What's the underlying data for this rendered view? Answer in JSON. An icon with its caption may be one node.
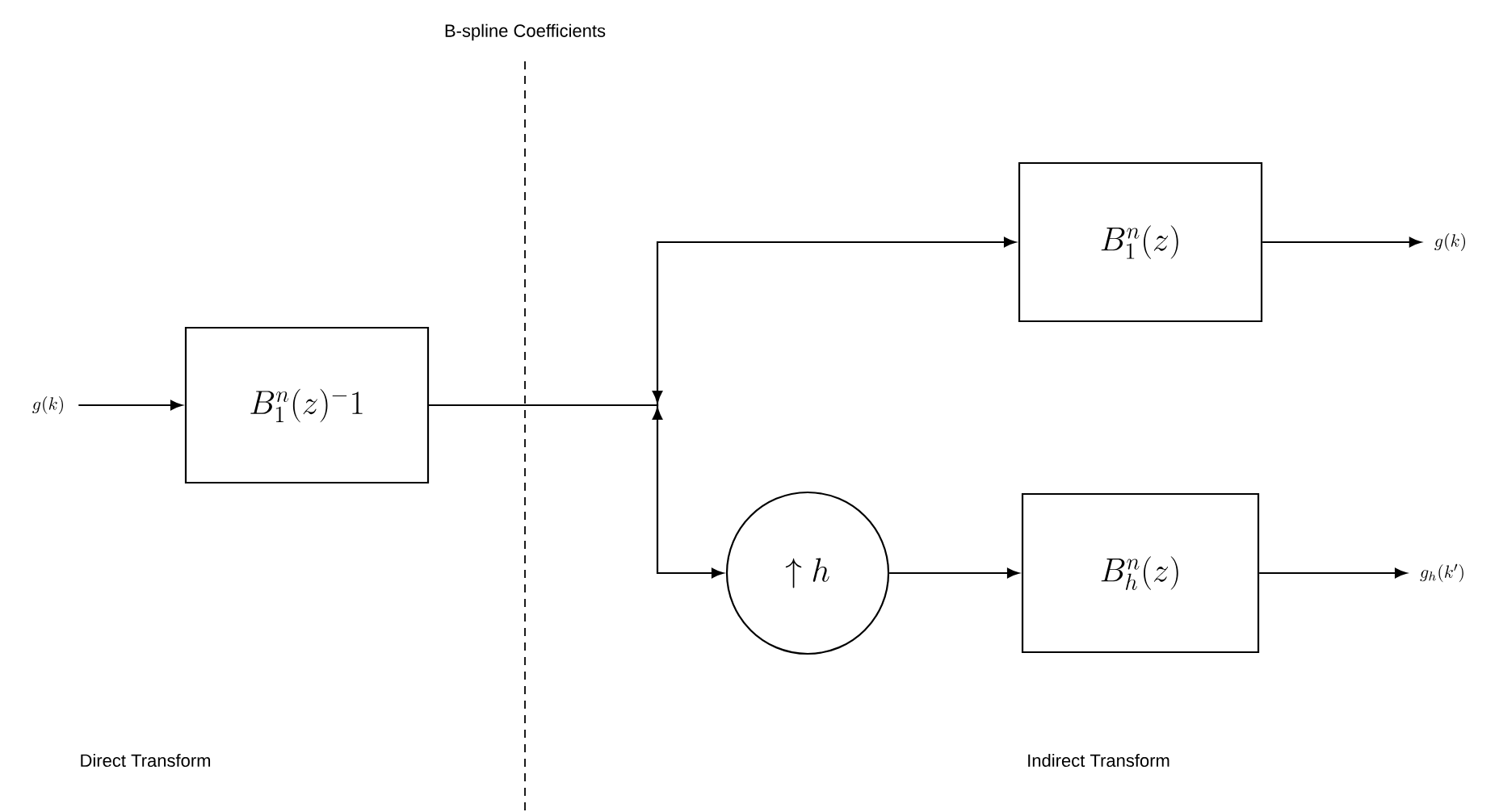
{
  "diagram": {
    "nodes": [
      {
        "text": [
          "g(k)"
        ]
      },
      {
        "text": [
          "B_1^n(z)^-1"
        ]
      },
      {
        "text": [
          "B_1^n(z)"
        ]
      },
      {
        "text": [
          "\\uparrow h"
        ]
      },
      {
        "text": [
          "B_h^n(z)"
        ]
      },
      {
        "text": [
          "g(k)"
        ]
      },
      {
        "text": [
          "g_h(k')"
        ]
      }
    ],
    "edges": [
      {
        "from": 0,
        "to": 1,
        "arrow": "to"
      },
      {
        "from": 1,
        "to": 2,
        "arrow": "to"
      },
      {
        "from": 1,
        "to": 3,
        "arrow": "to"
      },
      {
        "from": 3,
        "to": 4,
        "arrow": "to"
      },
      {
        "from": 2,
        "to": 5,
        "arrow": "to"
      },
      {
        "from": 4,
        "to": 6,
        "arrow": "to"
      }
    ],
    "labels": [
      "B-spline Coefficients",
      "Direct Transform",
      "Indirect Transform"
    ]
  }
}
